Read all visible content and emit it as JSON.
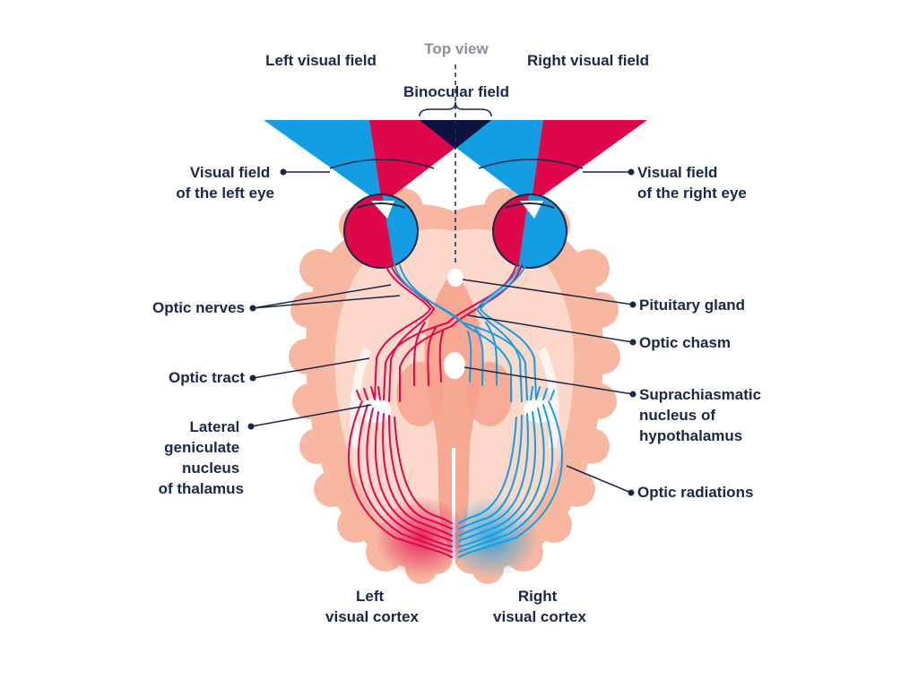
{
  "colors": {
    "navy": "#1b2746",
    "red": "#e0064a",
    "blue": "#139ee4",
    "dark_overlap": "#0e1240",
    "brain_outer": "#f7b7a0",
    "brain_inner": "#fbd8c9",
    "brain_core": "#f6a08a",
    "label_grey": "#8a8f99"
  },
  "header": {
    "top_view": "Top view",
    "left_visual_field": "Left visual field",
    "right_visual_field": "Right visual field",
    "binocular_field": "Binocular field"
  },
  "labels": {
    "visual_field_left_eye": [
      "Visual field",
      "of the left eye"
    ],
    "visual_field_right_eye": [
      "Visual field",
      "of the right eye"
    ],
    "optic_nerves": "Optic nerves",
    "pituitary_gland": "Pituitary gland",
    "optic_chiasm": "Optic chasm",
    "optic_tract": "Optic tract",
    "suprachiasmatic": [
      "Suprachiasmatic",
      "nucleus of",
      "hypothalamus"
    ],
    "lateral_geniculate": [
      "Lateral",
      "geniculate",
      "nucleus",
      "of thalamus"
    ],
    "optic_radiations": "Optic radiations",
    "left_visual_cortex": [
      "Left",
      "visual cortex"
    ],
    "right_visual_cortex": [
      "Right",
      "visual cortex"
    ]
  }
}
